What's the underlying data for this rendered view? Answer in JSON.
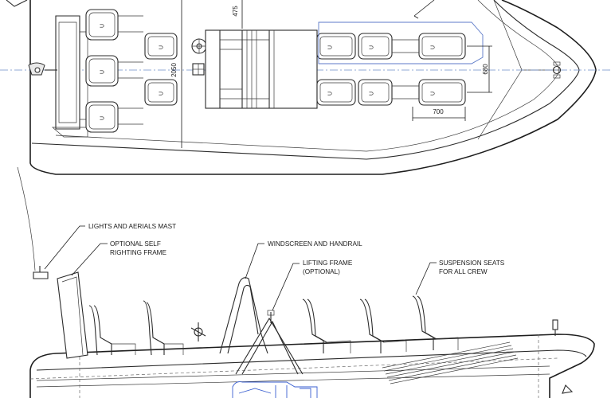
{
  "dimensions": {
    "seat_width": "700",
    "seat_spacing": "680",
    "overall_beam": "2050",
    "console_depth": "475"
  },
  "callouts": {
    "mast": "LIGHTS AND AERIALS MAST",
    "frame_line1": "OPTIONAL SELF",
    "frame_line2": "RIGHTING FRAME",
    "windscreen": "WINDSCREEN AND HANDRAIL",
    "lifting_line1": "LIFTING FRAME",
    "lifting_line2": "(OPTIONAL)",
    "seats_line1": "SUSPENSION SEATS",
    "seats_line2": "FOR ALL CREW"
  },
  "seat_glyph": "⊃"
}
